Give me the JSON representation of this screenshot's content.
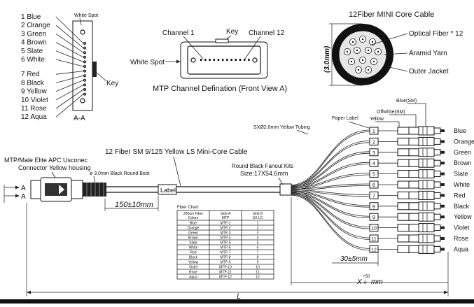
{
  "aa_section": {
    "title": "A-A",
    "white_spot_label": "White Spot",
    "key_label": "Key",
    "fibers": [
      "1 Blue",
      "2 Orange",
      "3 Green",
      "4 Brown",
      "5 Slate",
      "6 White",
      "7 Red",
      "8 Black",
      "9 Yellow",
      "10 Violet",
      "11 Rose",
      "12 Aqua"
    ]
  },
  "front_view": {
    "channel1": "Channel 1",
    "key": "Key",
    "channel12": "Channel 12",
    "white_spot": "White Spot",
    "caption": "MTP Channel Defination (Front View A)"
  },
  "cable_section": {
    "title": "12Fiber MINI Core Cable",
    "diameter": "(3.0mm)",
    "labels": [
      "Optical Fiber * 12",
      "Aramid Yarn",
      "Outer Jacket"
    ]
  },
  "main": {
    "connector_label": "MTP/Male Elite APC Usconec",
    "connector_label2": "Connector Yellow housing",
    "boot_label": "ø 3.0mm Black Round Boot",
    "cable_label": "12 Fiber SM 9/125 Yellow LS Mini-Core Cable",
    "label_tag": "Label",
    "fanout_label": "Round Black Fanout Kits",
    "fanout_size": "Size:17X54.6mm",
    "tubing_label": "SXØ2.0mm Yellow Tubing",
    "paper_label": "Paper Label",
    "yellow_label": "Yellow",
    "offwhite_label": "Offwhite(SM)",
    "blue_label": "Blue(SM)",
    "end_a": "A",
    "dim1": "150±10mm",
    "dim2": "30±5mm",
    "dim3": "X",
    "dim3_tol_top": "+50",
    "dim3_tol_bot": "-0",
    "dim3_unit": "mm",
    "dim_total": "L"
  },
  "legs": [
    {
      "num": "1",
      "color": "Blue"
    },
    {
      "num": "2",
      "color": "Orange"
    },
    {
      "num": "3",
      "color": "Green"
    },
    {
      "num": "4",
      "color": "Brown"
    },
    {
      "num": "5",
      "color": "Slate"
    },
    {
      "num": "6",
      "color": "White"
    },
    {
      "num": "7",
      "color": "Red"
    },
    {
      "num": "8",
      "color": "Black"
    },
    {
      "num": "9",
      "color": "Yellow"
    },
    {
      "num": "10",
      "color": "Violet"
    },
    {
      "num": "11",
      "color": "Rose"
    },
    {
      "num": "12",
      "color": "Aqua"
    }
  ],
  "fiber_chart": {
    "title": "Fiber Chart:",
    "headers": [
      "250um Fiber Colors",
      "Side A MTP",
      "Side B SX LC"
    ],
    "rows": [
      [
        "Blue",
        "MTP-1",
        "1"
      ],
      [
        "Orange",
        "MTP-2",
        "2"
      ],
      [
        "Green",
        "MTP-3",
        "3"
      ],
      [
        "Brown",
        "MTP-4",
        "4"
      ],
      [
        "Slate",
        "MTP-5",
        "5"
      ],
      [
        "White",
        "MTP-6",
        "6"
      ],
      [
        "Red",
        "MTP-7",
        "7"
      ],
      [
        "Black",
        "MTP-8",
        "8"
      ],
      [
        "Yellow",
        "MTP-9",
        "9"
      ],
      [
        "Violet",
        "MTP-10",
        "10"
      ],
      [
        "Rose",
        "MTP-11",
        "11"
      ],
      [
        "Aqua",
        "MTP-12",
        "12"
      ]
    ]
  }
}
